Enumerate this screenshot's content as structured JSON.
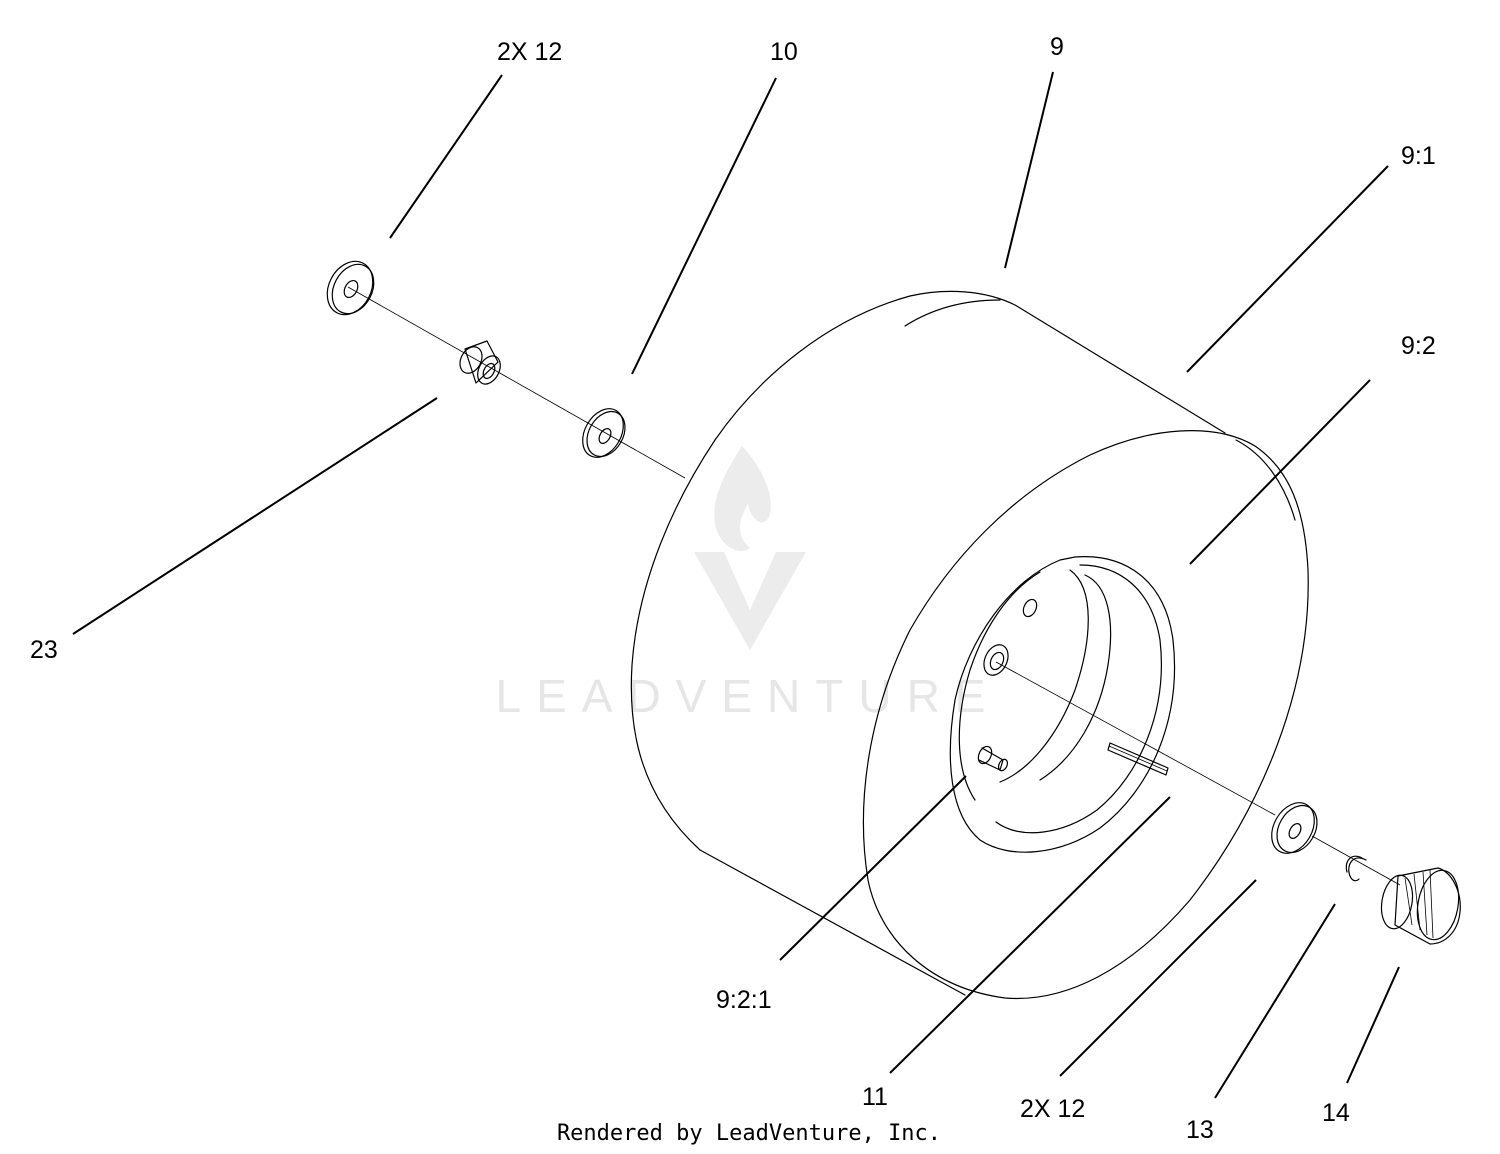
{
  "callouts": {
    "washer_top": "2X 12",
    "washer_10": "10",
    "tire_9": "9",
    "tire_9_1": "9:1",
    "rim_9_2": "9:2",
    "spacer_23": "23",
    "valve_9_2_1": "9:2:1",
    "key_11": "11",
    "washer_bottom": "2X 12",
    "clip_13": "13",
    "cap_14": "14"
  },
  "watermark": {
    "text": "LEADVENTURE"
  },
  "footer": {
    "credit": "Rendered by LeadVenture, Inc."
  },
  "colors": {
    "line": "#000000",
    "background": "#ffffff",
    "watermark": "#e6e6e6"
  }
}
